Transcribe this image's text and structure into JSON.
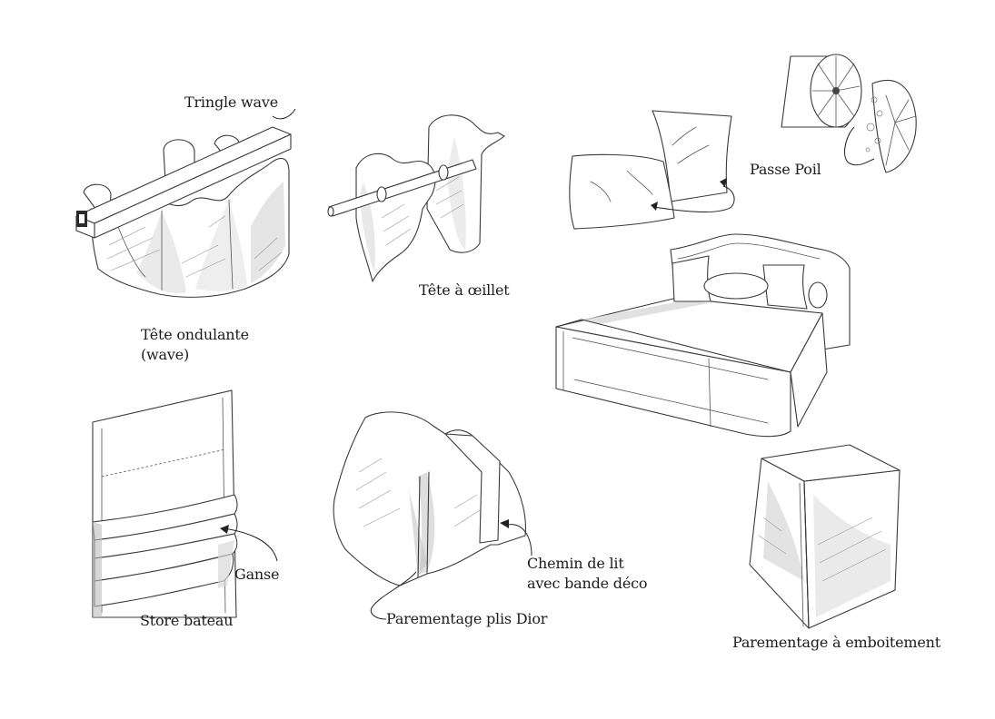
{
  "labels": {
    "tringle_wave": "Tringle wave",
    "tete_ondulante_line1": "Tête ondulante",
    "tete_ondulante_line2": "(wave)",
    "tete_oeillet": "Tête à œillet",
    "passe_poil": "Passe Poil",
    "ganse": "Ganse",
    "store_bateau": "Store bateau",
    "chemin_de_lit_line1": "Chemin de lit",
    "chemin_de_lit_line2": "avec bande déco",
    "parementage_plis_dior": "Parementage plis Dior",
    "parementage_emboitement": "Parementage à emboitement"
  },
  "icons": [
    "wave-curtain-sketch",
    "eyelet-curtain-sketch",
    "piped-cushions-sketch",
    "bolster-sketch",
    "bed-sketch",
    "roman-blind-sketch",
    "dior-pleat-sketch",
    "box-corner-sketch"
  ],
  "colors": {
    "ink": "#1c1c1c",
    "background": "#ffffff"
  }
}
